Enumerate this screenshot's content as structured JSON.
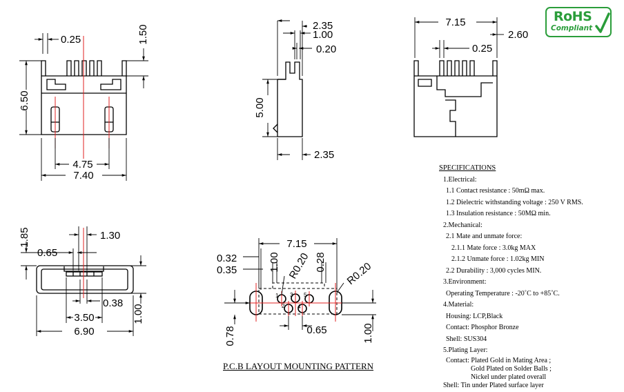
{
  "badge": {
    "line1": "RoHS",
    "line2": "Compliant"
  },
  "views": {
    "front": {
      "dims": {
        "d_025": "0.25",
        "d_150": "1.50",
        "d_650": "6.50",
        "d_475": "4.75",
        "d_740": "7.40"
      }
    },
    "side": {
      "dims": {
        "d_235_top": "2.35",
        "d_100": "1.00",
        "d_020": "0.20",
        "d_500": "5.00",
        "d_235_bot": "2.35"
      }
    },
    "back": {
      "dims": {
        "d_715": "7.15",
        "d_260": "2.60",
        "d_025": "0.25"
      }
    },
    "face": {
      "dims": {
        "d_185": "1.85",
        "d_130": "1.30",
        "d_065": "0.65",
        "d_038": "0.38",
        "d_350": "3.50",
        "d_100": "1.00",
        "d_690": "6.90"
      }
    },
    "pcb": {
      "caption": "P.C.B LAYOUT MOUNTING PATTERN",
      "dims": {
        "d_715": "7.15",
        "d_032": "0.32",
        "d_035": "0.35",
        "d_100_v": "1.00",
        "r020_a": "R0.20",
        "d_028": "0.28",
        "r020_b": "R0.20",
        "d_078": "0.78",
        "d_065": "0.65",
        "d_100_r": "1.00"
      },
      "pins": [
        "1",
        "2",
        "3",
        "4",
        "5"
      ]
    }
  },
  "specs": {
    "title": "SPECIFICATIONS",
    "electrical": "1.Electrical:",
    "e1": "1.1 Contact resistance : 50mΩ max.",
    "e2": "1.2 Dielectric withstanding voltage : 250 V RMS.",
    "e3": "1.3 Insulation resistance : 50MΩ min.",
    "mechanical": "2.Mechanical:",
    "m1": "2.1 Mate and unmate force:",
    "m11": "2.1.1 Mate force : 3.0kg MAX",
    "m12": "2.1.2 Unmate force : 1.02kg MIN",
    "m2": "2.2 Durability : 3,000 cycles MIN.",
    "environment": "3.Environment:",
    "env1": "Operating Temperature : -20˚C to +85˚C.",
    "material": "4.Material:",
    "mat1": "Housing: LCP,Black",
    "mat2": "Contact: Phosphor Bronze",
    "mat3": "Shell: SUS304",
    "plating": "5.Plating Layer:",
    "p1": "Contact: Plated Gold in Mating Area ;",
    "p2": "Gold Plated on Solder Balls ;",
    "p3": "Nickel under plated overall",
    "p4": "Shell: Tin under Plated surface layer"
  }
}
